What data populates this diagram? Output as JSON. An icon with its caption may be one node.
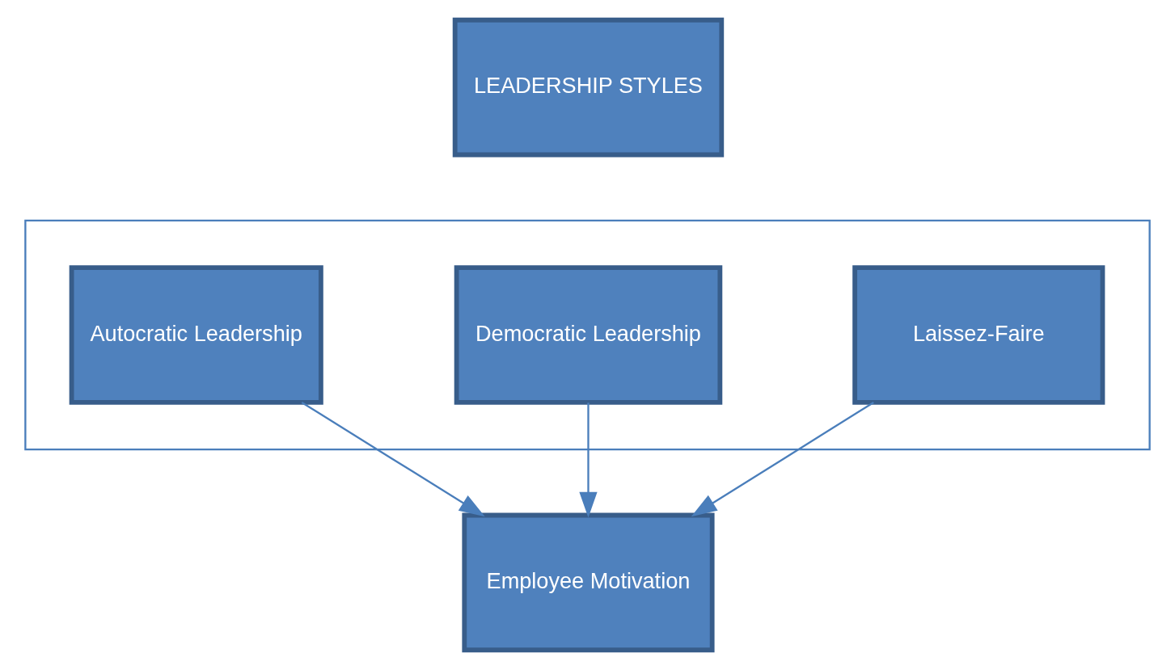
{
  "diagram": {
    "nodes": [
      {
        "text": [
          "LEADERSHIP STYLES"
        ]
      },
      {
        "text": [],
        "shape": "box"
      },
      {
        "text": [
          "Autocratic Leadership"
        ],
        "in": 1
      },
      {
        "text": [
          "Democratic Leadership"
        ],
        "in": 1
      },
      {
        "text": [
          "Laissez-Faire"
        ],
        "in": 1
      },
      {
        "text": [
          "Employee Motivation"
        ]
      }
    ],
    "edges": [
      {
        "from": 2,
        "to": 5,
        "arrow": "to"
      },
      {
        "from": 3,
        "to": 5,
        "arrow": "to"
      },
      {
        "from": 4,
        "to": 5,
        "arrow": "to"
      }
    ]
  }
}
